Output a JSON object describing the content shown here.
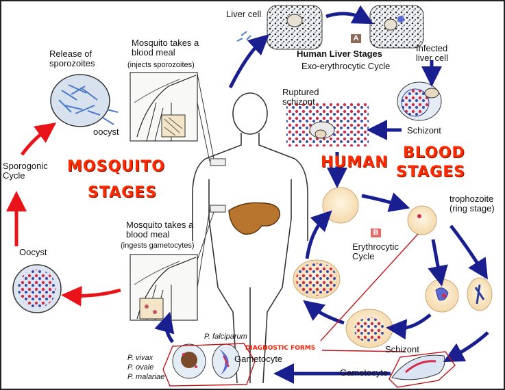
{
  "labels": {
    "liver_cell": "Liver cell",
    "human_liver_stages": "Human Liver Stages",
    "exo_cycle": "Exo-erythrocytic Cycle",
    "infected_liver_cell": "Infected liver cell",
    "ruptured_schizont": "Ruptured schizont",
    "schizont_top": "Schizont",
    "release_sporozoites": "Release of sporozoites",
    "oocyst_small": "oocyst",
    "mosquito_blood_meal_1": "Mosquito takes a blood meal",
    "injects_sporozoites": "(injects sporozoites)",
    "mosquito_blood_meal_2": "Mosquito takes a blood meal",
    "ingests_gametocytes": "(ingests gametocytes)",
    "sporogonic_cycle": "Sporogonic Cycle",
    "oocyst": "Oocyst",
    "trophozoite": "trophozoite (ring stage)",
    "erythrocytic_cycle": "Erythrocytic Cycle",
    "schizont_bottom": "Schizont",
    "gametocyte_bottom": "Gametocyte",
    "gametocyte_left": "Gametocyte",
    "p_falciparum": "P. falciparum",
    "p_vivax": "P. vivax",
    "p_ovale": "P. ovale",
    "p_malariae": "P. malariae"
  },
  "badges": {
    "a": "A",
    "b": "B"
  },
  "annotations": {
    "mosquito_stages_1": "MOSQUITO",
    "mosquito_stages_2": "STAGES",
    "human": "HUMAN",
    "blood_1": "BLOOD",
    "blood_2": "STAGES",
    "diagnostic_forms": "DIAGNOSTIC FORMS"
  },
  "colors": {
    "arrow_blue": "#1a1f8f",
    "arrow_red": "#e8141a",
    "annotation_red": "#ff2a00",
    "rbc": "#fbe6c2",
    "parasite_red": "#d42a4a",
    "parasite_blue": "#3240a0",
    "liver": "#b8752e",
    "badge_a": "#8a6a55",
    "badge_b": "#e56a6a"
  }
}
